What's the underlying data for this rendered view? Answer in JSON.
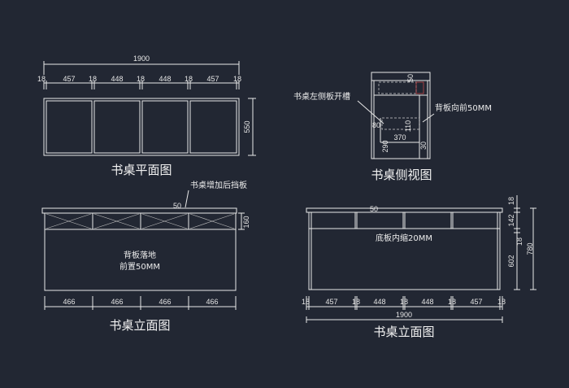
{
  "colors": {
    "background": "#222733",
    "line": "#e8e8e8",
    "accent": "#d24a4a"
  },
  "plan": {
    "title": "书桌平面图",
    "total": "1900",
    "widths": [
      "18",
      "457",
      "18",
      "448",
      "18",
      "448",
      "18",
      "457",
      "18"
    ],
    "depth": "550"
  },
  "side": {
    "title": "书桌侧视图",
    "note_slot": "书桌左侧板开槽",
    "note_back": "背板向前50MM",
    "dims": {
      "top": "50",
      "slot_h": "80",
      "slot_depth": "110",
      "slot_w": "370",
      "low": "290",
      "edge": "30"
    }
  },
  "front_left": {
    "title": "书桌立面图",
    "note_top": "书桌增加后挡板",
    "note_center_1": "背板落地",
    "note_center_2": "前置50MM",
    "dim_top": "50",
    "dim_drawer": "160",
    "bottom": [
      "466",
      "466",
      "466",
      "466"
    ]
  },
  "front_right": {
    "title": "书桌立面图",
    "note_center": "底板内缩20MM",
    "dim_top": "50",
    "right": {
      "top": "18",
      "drawer": "142",
      "mid": "18",
      "lower": "602",
      "total": "780"
    },
    "widths": [
      "18",
      "457",
      "18",
      "448",
      "18",
      "448",
      "18",
      "457",
      "18"
    ],
    "total": "1900"
  }
}
